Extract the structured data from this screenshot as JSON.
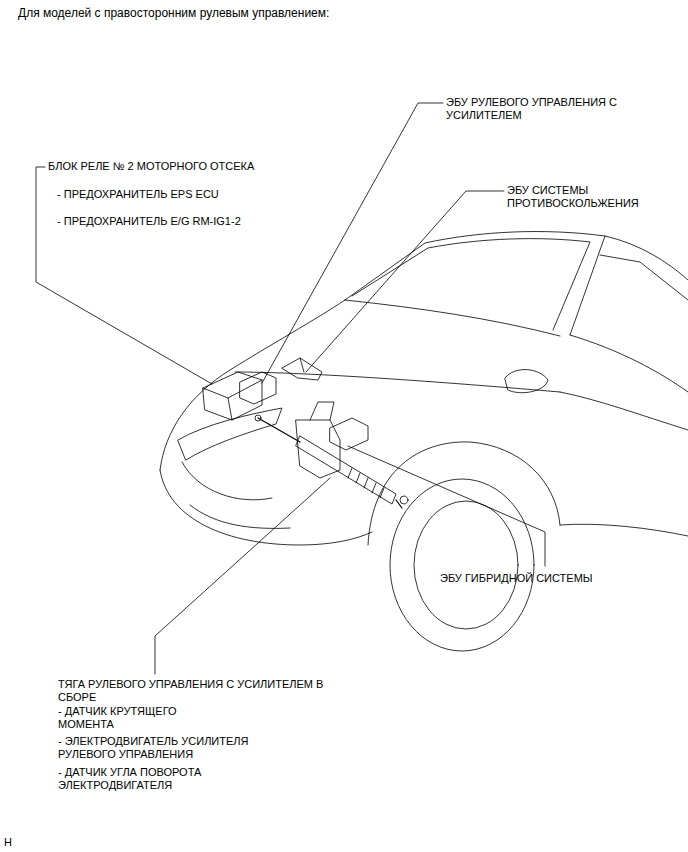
{
  "diagram": {
    "title": "Для моделей с правосторонним рулевым управлением:",
    "labels": [
      "ЭБУ РУЛЕВОГО УПРАВЛЕНИЯ С УСИЛИТЕЛЕМ",
      "БЛОК РЕЛЕ № 2 МОТОРНОГО ОТСЕКА",
      "- ПРЕДОХРАНИТЕЛЬ EPS ECU",
      "- ПРЕДОХРАНИТЕЛЬ E/G RM-IG1-2",
      "ЭБУ СИСТЕМЫ ПРОТИВОСКОЛЬЖЕНИЯ",
      "ЭБУ ГИБРИДНОЙ СИСТЕМЫ",
      "ТЯГА РУЛЕВОГО УПРАВЛЕНИЯ С УСИЛИТЕЛЕМ В СБОРЕ",
      "- ДАТЧИК КРУТЯЩЕГО МОМЕНТА",
      "- ЭЛЕКТРОДВИГАТЕЛЬ УСИЛИТЕЛЯ РУЛЕВОГО УПРАВЛЕНИЯ",
      "- ДАТЧИК УГЛА ПОВОРОТА ЭЛЕКТРОДВИГАТЕЛЯ",
      "H"
    ]
  }
}
